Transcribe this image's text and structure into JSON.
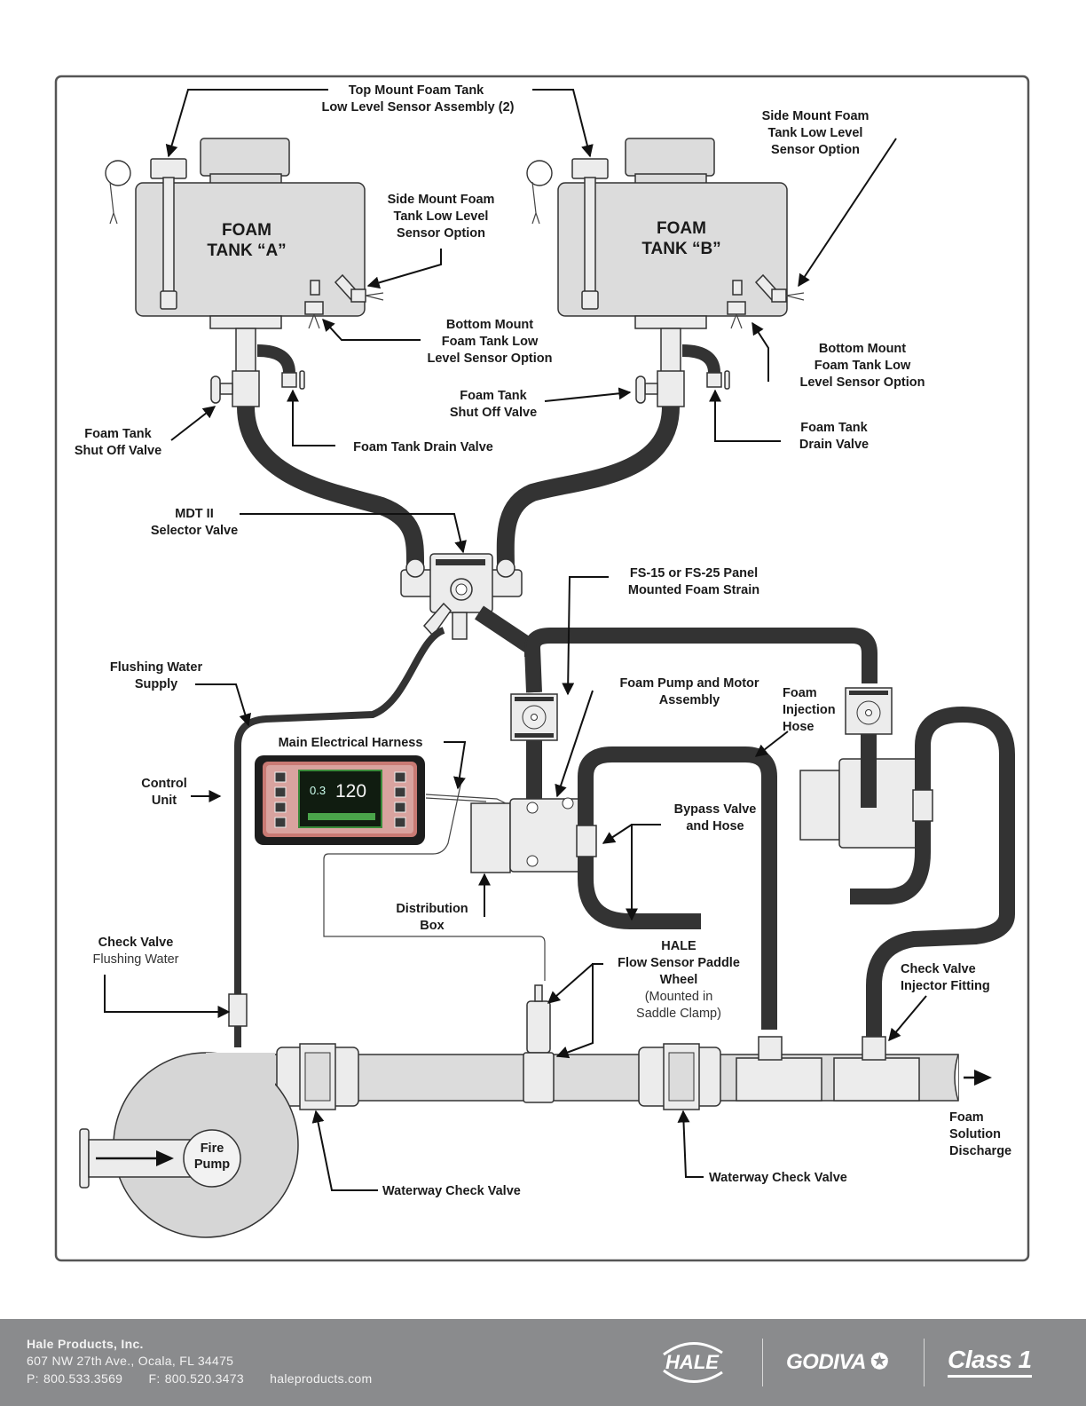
{
  "diagram": {
    "title": "Hale Foam System Layout – Dual Tank with MDT II Selector Valve",
    "tanks": {
      "a": {
        "line1": "FOAM",
        "line2": "TANK “A”"
      },
      "b": {
        "line1": "FOAM",
        "line2": "TANK “B”"
      }
    },
    "labels": {
      "top_mount_sensor": [
        "Top Mount Foam Tank",
        "Low Level Sensor Assembly (2)"
      ],
      "side_mount_sensor_a": [
        "Side Mount Foam",
        "Tank Low Level",
        "Sensor Option"
      ],
      "side_mount_sensor_b": [
        "Side Mount Foam",
        "Tank Low Level",
        "Sensor Option"
      ],
      "bottom_mount_sensor_a": [
        "Bottom Mount",
        "Foam Tank Low",
        "Level Sensor Option"
      ],
      "bottom_mount_sensor_b": [
        "Bottom Mount",
        "Foam Tank Low",
        "Level Sensor Option"
      ],
      "shutoff_valve_a": [
        "Foam Tank",
        "Shut Off Valve"
      ],
      "shutoff_valve_b": [
        "Foam Tank",
        "Shut Off Valve"
      ],
      "drain_valve_a": [
        "Foam Tank Drain Valve"
      ],
      "drain_valve_b": [
        "Foam Tank",
        "Drain Valve"
      ],
      "selector_valve": [
        "MDT II",
        "Selector Valve"
      ],
      "strainer": [
        "FS-15 or FS-25 Panel",
        "Mounted Foam Strain"
      ],
      "flushing_supply": [
        "Flushing Water",
        "Supply"
      ],
      "pump_motor": [
        "Foam Pump and Motor",
        "Assembly"
      ],
      "injection_hose": [
        "Foam",
        "Injection",
        "Hose"
      ],
      "main_harness": [
        "Main Electrical Harness"
      ],
      "control_unit": [
        "Control",
        "Unit"
      ],
      "bypass_valve": [
        "Bypass Valve",
        "and Hose"
      ],
      "distribution_box": [
        "Distribution",
        "Box"
      ],
      "check_valve_flushing": [
        "Check Valve",
        "Flushing Water"
      ],
      "flow_sensor": [
        "HALE",
        "Flow Sensor Paddle",
        "Wheel",
        "(Mounted in",
        "Saddle Clamp)"
      ],
      "check_valve_injector": [
        "Check Valve",
        "Injector Fitting"
      ],
      "foam_discharge": [
        "Foam",
        "Solution",
        "Discharge"
      ],
      "fire_pump": [
        "Fire",
        "Pump"
      ],
      "waterway_check_valve_1": [
        "Waterway Check Valve"
      ],
      "waterway_check_valve_2": [
        "Waterway Check Valve"
      ]
    },
    "control_display": {
      "small_value": "0.3",
      "main_value": "120"
    }
  },
  "footer": {
    "company": "Hale Products, Inc.",
    "address": "607 NW 27th Ave., Ocala, FL 34475",
    "phone": "P: 800.533.3569",
    "fax": "F: 800.520.3473",
    "website": "haleproducts.com",
    "brands": [
      "HALE",
      "GODIVA",
      "Class 1"
    ],
    "background_color": "#8a8b8d"
  }
}
